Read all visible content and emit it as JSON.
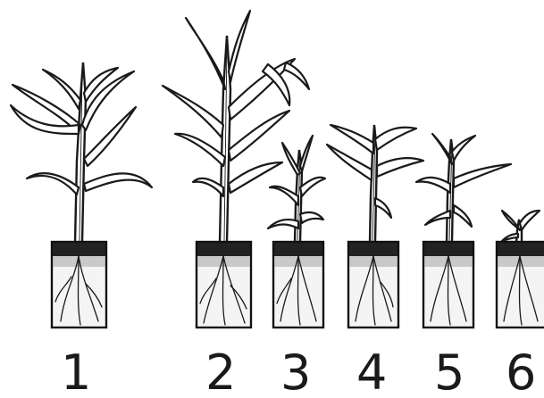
{
  "figure": {
    "plants": [
      {
        "label": "1"
      },
      {
        "label": "2"
      },
      {
        "label": "3"
      },
      {
        "label": "4"
      },
      {
        "label": "5"
      },
      {
        "label": "6"
      }
    ]
  }
}
